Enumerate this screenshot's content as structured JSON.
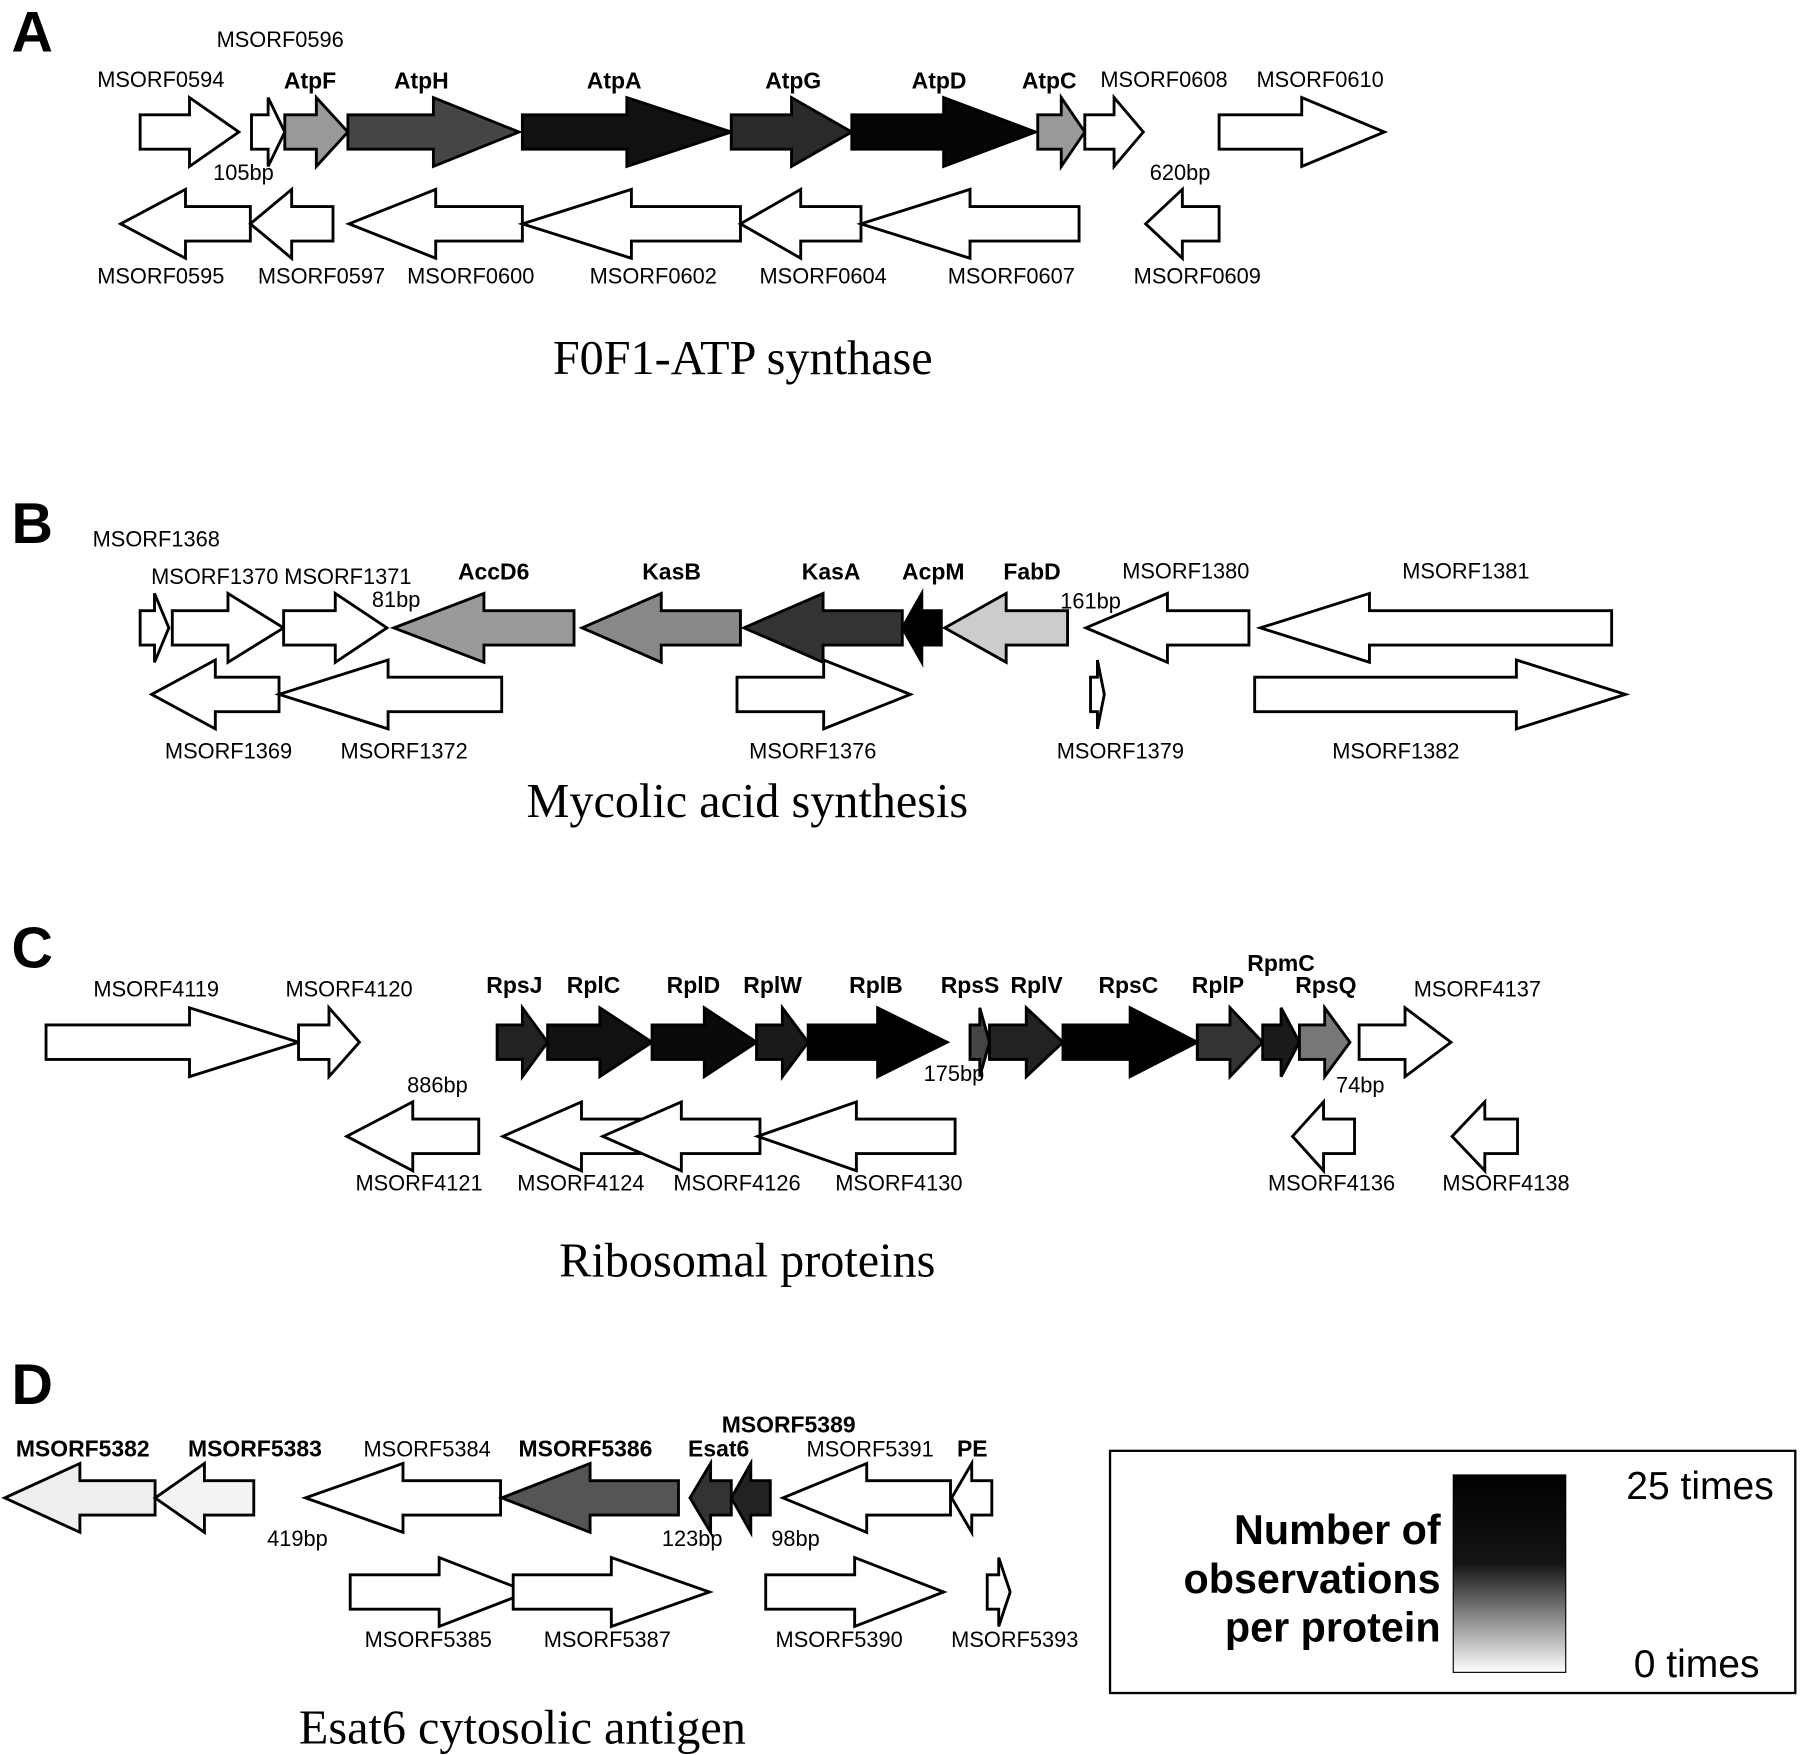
{
  "panels": [
    {
      "letter": "A",
      "title": "F0F1-ATP synthase",
      "genes": [
        {
          "label": "MSORF0594",
          "dir": "right",
          "fill": "#ffffff",
          "bold": false
        },
        {
          "label": "MSORF0596",
          "dir": "right",
          "fill": "#ffffff",
          "bold": false
        },
        {
          "label": "AtpF",
          "dir": "right",
          "fill": "#999999",
          "bold": true
        },
        {
          "label": "AtpH",
          "dir": "right",
          "fill": "#454545",
          "bold": true
        },
        {
          "label": "AtpA",
          "dir": "right",
          "fill": "#111111",
          "bold": true
        },
        {
          "label": "AtpG",
          "dir": "right",
          "fill": "#2a2a2a",
          "bold": true
        },
        {
          "label": "AtpD",
          "dir": "right",
          "fill": "#050505",
          "bold": true
        },
        {
          "label": "AtpC",
          "dir": "right",
          "fill": "#999999",
          "bold": true
        },
        {
          "label": "MSORF0608",
          "dir": "right",
          "fill": "#ffffff",
          "bold": false
        },
        {
          "label": "MSORF0610",
          "dir": "right",
          "fill": "#ffffff",
          "bold": false
        },
        {
          "label": "MSORF0595",
          "dir": "left",
          "fill": "#ffffff",
          "bold": false
        },
        {
          "label": "MSORF0597",
          "dir": "left",
          "fill": "#ffffff",
          "bold": false
        },
        {
          "label": "MSORF0600",
          "dir": "left",
          "fill": "#ffffff",
          "bold": false
        },
        {
          "label": "MSORF0602",
          "dir": "left",
          "fill": "#ffffff",
          "bold": false
        },
        {
          "label": "MSORF0604",
          "dir": "left",
          "fill": "#ffffff",
          "bold": false
        },
        {
          "label": "MSORF0607",
          "dir": "left",
          "fill": "#ffffff",
          "bold": false
        },
        {
          "label": "MSORF0609",
          "dir": "left",
          "fill": "#ffffff",
          "bold": false
        }
      ],
      "gaps": [
        "105bp",
        "620bp"
      ]
    },
    {
      "letter": "B",
      "title": "Mycolic acid synthesis",
      "genes": [
        {
          "label": "MSORF1368",
          "dir": "right",
          "fill": "#ffffff",
          "bold": false
        },
        {
          "label": "MSORF1370",
          "dir": "right",
          "fill": "#ffffff",
          "bold": false
        },
        {
          "label": "MSORF1371",
          "dir": "right",
          "fill": "#ffffff",
          "bold": false
        },
        {
          "label": "AccD6",
          "dir": "left",
          "fill": "#9a9a9a",
          "bold": true
        },
        {
          "label": "KasB",
          "dir": "left",
          "fill": "#888888",
          "bold": true
        },
        {
          "label": "KasA",
          "dir": "left",
          "fill": "#333333",
          "bold": true
        },
        {
          "label": "AcpM",
          "dir": "left",
          "fill": "#000000",
          "bold": true
        },
        {
          "label": "FabD",
          "dir": "left",
          "fill": "#cccccc",
          "bold": true
        },
        {
          "label": "MSORF1380",
          "dir": "left",
          "fill": "#ffffff",
          "bold": false
        },
        {
          "label": "MSORF1381",
          "dir": "left",
          "fill": "#ffffff",
          "bold": false
        },
        {
          "label": "MSORF1369",
          "dir": "left",
          "fill": "#ffffff",
          "bold": false
        },
        {
          "label": "MSORF1372",
          "dir": "left",
          "fill": "#ffffff",
          "bold": false
        },
        {
          "label": "MSORF1376",
          "dir": "right",
          "fill": "#ffffff",
          "bold": false
        },
        {
          "label": "MSORF1379",
          "dir": "right",
          "fill": "#ffffff",
          "bold": false
        },
        {
          "label": "MSORF1382",
          "dir": "right",
          "fill": "#ffffff",
          "bold": false
        }
      ],
      "gaps": [
        "81bp",
        "161bp"
      ]
    },
    {
      "letter": "C",
      "title": "Ribosomal proteins",
      "genes": [
        {
          "label": "MSORF4119",
          "dir": "right",
          "fill": "#ffffff",
          "bold": false
        },
        {
          "label": "MSORF4120",
          "dir": "right",
          "fill": "#ffffff",
          "bold": false
        },
        {
          "label": "RpsJ",
          "dir": "right",
          "fill": "#222222",
          "bold": true
        },
        {
          "label": "RplC",
          "dir": "right",
          "fill": "#111111",
          "bold": true
        },
        {
          "label": "RplD",
          "dir": "right",
          "fill": "#0a0a0a",
          "bold": true
        },
        {
          "label": "RplW",
          "dir": "right",
          "fill": "#1a1a1a",
          "bold": true
        },
        {
          "label": "RplB",
          "dir": "right",
          "fill": "#000000",
          "bold": true
        },
        {
          "label": "RpsS",
          "dir": "right",
          "fill": "#444444",
          "bold": true
        },
        {
          "label": "RplV",
          "dir": "right",
          "fill": "#222222",
          "bold": true
        },
        {
          "label": "RpsC",
          "dir": "right",
          "fill": "#000000",
          "bold": true
        },
        {
          "label": "RplP",
          "dir": "right",
          "fill": "#333333",
          "bold": true
        },
        {
          "label": "RpmC",
          "dir": "right",
          "fill": "#1a1a1a",
          "bold": true
        },
        {
          "label": "RpsQ",
          "dir": "right",
          "fill": "#777777",
          "bold": true
        },
        {
          "label": "MSORF4137",
          "dir": "right",
          "fill": "#ffffff",
          "bold": false
        },
        {
          "label": "MSORF4121",
          "dir": "left",
          "fill": "#ffffff",
          "bold": false
        },
        {
          "label": "MSORF4124",
          "dir": "left",
          "fill": "#ffffff",
          "bold": false
        },
        {
          "label": "MSORF4126",
          "dir": "left",
          "fill": "#ffffff",
          "bold": false
        },
        {
          "label": "MSORF4130",
          "dir": "left",
          "fill": "#ffffff",
          "bold": false
        },
        {
          "label": "MSORF4136",
          "dir": "left",
          "fill": "#ffffff",
          "bold": false
        },
        {
          "label": "MSORF4138",
          "dir": "left",
          "fill": "#ffffff",
          "bold": false
        }
      ],
      "gaps": [
        "886bp",
        "175bp",
        "74bp"
      ]
    },
    {
      "letter": "D",
      "title": "Esat6 cytosolic antigen",
      "genes": [
        {
          "label": "MSORF5382",
          "dir": "left",
          "fill": "#eeeeee",
          "bold": true
        },
        {
          "label": "MSORF5383",
          "dir": "left",
          "fill": "#f3f3f3",
          "bold": true
        },
        {
          "label": "MSORF5384",
          "dir": "left",
          "fill": "#ffffff",
          "bold": false
        },
        {
          "label": "MSORF5386",
          "dir": "left",
          "fill": "#555555",
          "bold": true
        },
        {
          "label": "Esat6",
          "dir": "left",
          "fill": "#333333",
          "bold": true
        },
        {
          "label": "MSORF5389",
          "dir": "left",
          "fill": "#222222",
          "bold": true
        },
        {
          "label": "MSORF5391",
          "dir": "left",
          "fill": "#ffffff",
          "bold": false
        },
        {
          "label": "PE",
          "dir": "left",
          "fill": "#ffffff",
          "bold": true
        },
        {
          "label": "MSORF5385",
          "dir": "right",
          "fill": "#ffffff",
          "bold": false
        },
        {
          "label": "MSORF5387",
          "dir": "right",
          "fill": "#ffffff",
          "bold": false
        },
        {
          "label": "MSORF5390",
          "dir": "right",
          "fill": "#ffffff",
          "bold": false
        },
        {
          "label": "MSORF5393",
          "dir": "right",
          "fill": "#ffffff",
          "bold": false
        }
      ],
      "gaps": [
        "419bp",
        "123bp",
        "98bp"
      ]
    }
  ],
  "legend": {
    "title_lines": [
      "Number of",
      "observations",
      "per protein"
    ],
    "max_label": "25 times",
    "min_label": "0 times",
    "max_color": "#000000",
    "min_color": "#ffffff"
  }
}
